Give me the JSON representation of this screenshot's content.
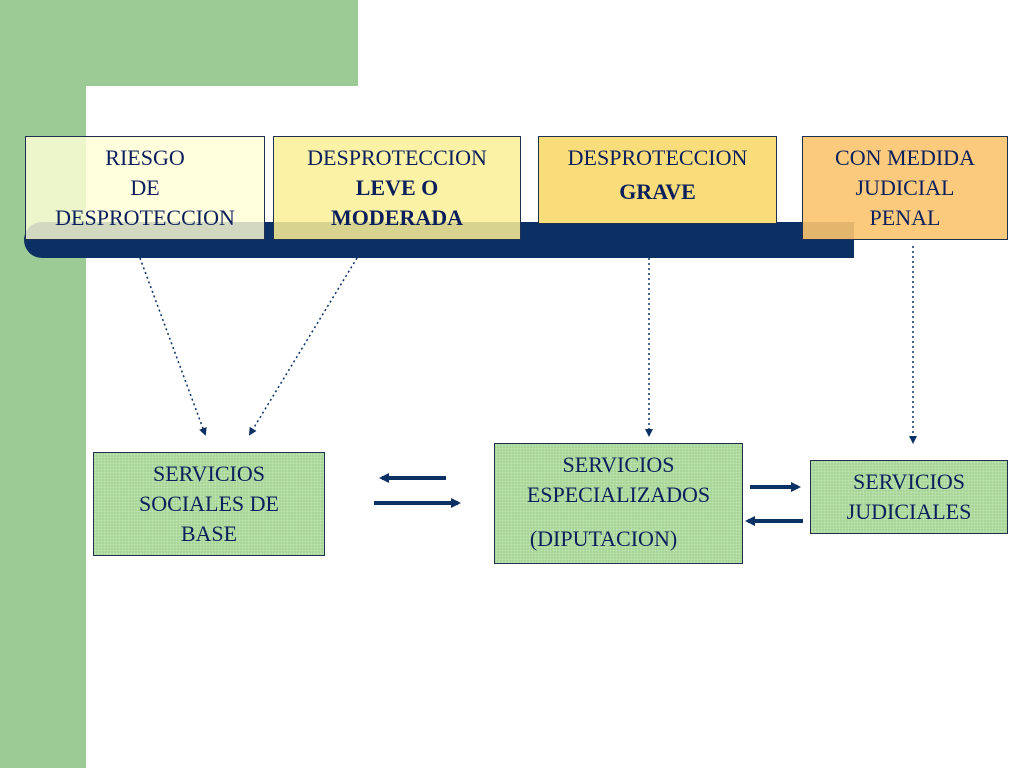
{
  "levels": [
    {
      "lines": [
        "RIESGO",
        "DE",
        "DESPROTECCION"
      ]
    },
    {
      "lines": [
        "DESPROTECCION"
      ],
      "bold_lines": [
        "LEVE O",
        "MODERADA"
      ]
    },
    {
      "lines": [
        "DESPROTECCION"
      ],
      "bold_lines": [
        "GRAVE"
      ]
    },
    {
      "lines": [
        "CON MEDIDA",
        "JUDICIAL",
        "PENAL"
      ]
    }
  ],
  "services": [
    {
      "lines": [
        "SERVICIOS",
        "SOCIALES DE",
        "BASE"
      ]
    },
    {
      "lines": [
        "SERVICIOS",
        "ESPECIALIZADOS"
      ],
      "extra": "(DIPUTACION)"
    },
    {
      "lines": [
        "SERVICIOS",
        "JUDICIALES"
      ]
    }
  ],
  "colors": {
    "green_band": "#9ccb95",
    "navy_bar": "#0b3064",
    "service_fill": "#9fd48f",
    "text": "#0b1f5c"
  }
}
